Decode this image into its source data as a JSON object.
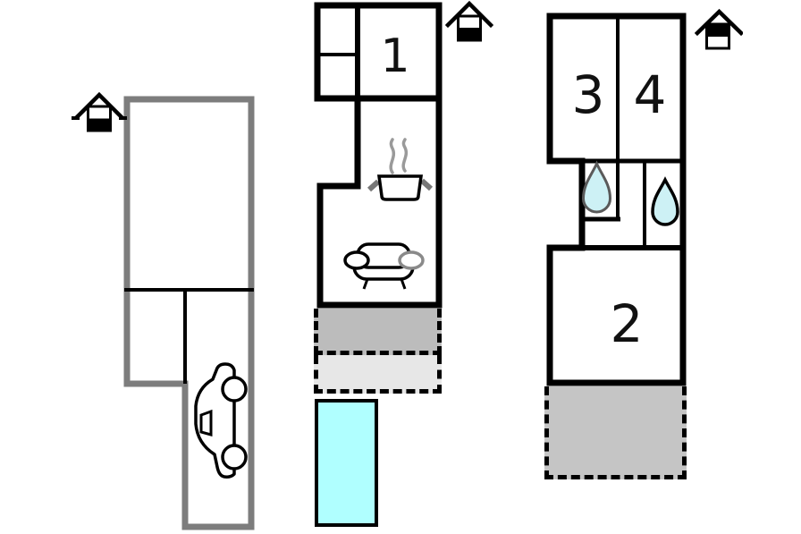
{
  "floorplan": {
    "rooms": {
      "room1": "1",
      "room2": "2",
      "room3": "3",
      "room4": "4"
    },
    "icons": {
      "surroundings_icon": "house-with-ground-dashes",
      "ground_floor_icon": "house-lower-half-filled",
      "upper_floor_icon": "house-upper-half-filled",
      "kitchen_icon": "cooking-pot-with-steam",
      "living_icon": "sofa",
      "bathroom_icon": "water-drop",
      "parking_icon": "car"
    },
    "colors": {
      "wall": "#000000",
      "outbuilding_wall": "#7d7d7d",
      "terrace_dark": "#bcbcbc",
      "terrace_light": "#e7e7e7",
      "terrace_right": "#c5c5c5",
      "pool_fill": "#b0ffff",
      "pool_border": "#000000",
      "water_drop_fill": "#cdf1f5"
    }
  }
}
